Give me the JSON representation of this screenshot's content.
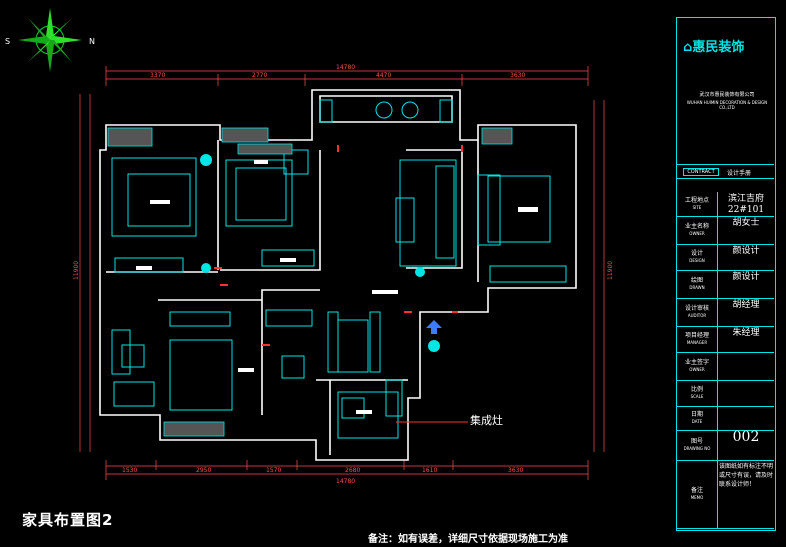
{
  "drawing": {
    "title": "家具布置图2",
    "note": "备注：如有误差，详细尺寸依据现场施工为准",
    "callout": "集成灶",
    "compass": {
      "left": "S",
      "right": "N"
    },
    "dims_top": [
      "3370",
      "2770",
      "4470",
      "3630"
    ],
    "dim_total": "14780",
    "dims_bottom": [
      "1530",
      "2950",
      "1570",
      "2680",
      "1610",
      "3630"
    ],
    "dim_left_total": "11900",
    "dim_right_total": "11900"
  },
  "title_block": {
    "logo_text": "惠民装饰",
    "company_cn": "武汉市惠民装饰有限公司",
    "company_en": "WUHAN HUIMIN DECORATION & DESIGN CO.,LTD",
    "contract_label": "CONTRACT",
    "contract_value": "设计手册",
    "rows": [
      {
        "label": "工程地点",
        "sub": "SITE",
        "value": "滨江吉府 22#101"
      },
      {
        "label": "业主名称",
        "sub": "OWNER",
        "value": "胡女士"
      },
      {
        "label": "设计",
        "sub": "DESIGN",
        "value": "颜设计"
      },
      {
        "label": "绘图",
        "sub": "DRAWN",
        "value": "颜设计"
      },
      {
        "label": "设计审核",
        "sub": "AUDITOR",
        "value": "胡经理"
      },
      {
        "label": "项目经理",
        "sub": "MANAGER",
        "value": "朱经理"
      },
      {
        "label": "业主签字",
        "sub": "OWNER",
        "value": ""
      },
      {
        "label": "比例",
        "sub": "SCALE",
        "value": ""
      },
      {
        "label": "日期",
        "sub": "DATE",
        "value": ""
      },
      {
        "label": "图号",
        "sub": "DRAWING NO",
        "value": "002"
      },
      {
        "label": "备注",
        "sub": "MEMO",
        "value": "该图纸如有标注不明或尺寸有误，请及时联系设计师！"
      }
    ]
  }
}
